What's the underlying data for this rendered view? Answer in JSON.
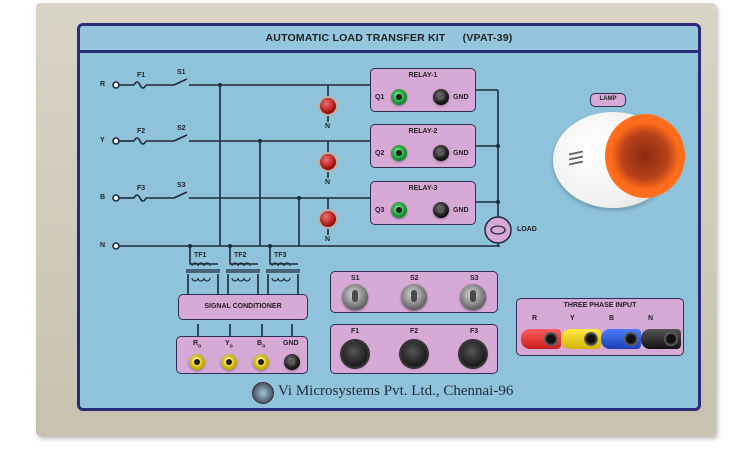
{
  "panel": {
    "title": "AUTOMATIC LOAD TRANSFER KIT",
    "model": "(VPAT-39)",
    "manufacturer": "Vi Microsystems Pvt. Ltd., Chennai-96"
  },
  "circuit": {
    "phase_terminals": [
      "R",
      "Y",
      "B",
      "N"
    ],
    "fuses": [
      "F1",
      "F2",
      "F3"
    ],
    "switches": [
      "S1",
      "S2",
      "S3"
    ],
    "indicator_neutral_label": "N",
    "transformers": [
      "TF1",
      "TF2",
      "TF3"
    ],
    "load_label": "LOAD"
  },
  "relays": [
    {
      "title": "RELAY-1",
      "input_label": "Q1",
      "gnd_label": "GND"
    },
    {
      "title": "RELAY-2",
      "input_label": "Q2",
      "gnd_label": "GND"
    },
    {
      "title": "RELAY-3",
      "input_label": "Q3",
      "gnd_label": "GND"
    }
  ],
  "lamp": {
    "label": "LAMP"
  },
  "signal_conditioner": {
    "title": "SIGNAL CONDITIONER",
    "outputs": [
      {
        "label": "R",
        "sub": "o",
        "color": "#e6c800"
      },
      {
        "label": "Y",
        "sub": "o",
        "color": "#e6c800"
      },
      {
        "label": "B",
        "sub": "o",
        "color": "#e6c800"
      },
      {
        "label": "GND",
        "sub": "",
        "color": "#111111"
      }
    ]
  },
  "switch_block": {
    "labels": [
      "S1",
      "S2",
      "S3"
    ]
  },
  "fuse_block": {
    "labels": [
      "F1",
      "F2",
      "F3"
    ]
  },
  "three_phase_input": {
    "title": "THREE PHASE INPUT",
    "terminals": [
      {
        "label": "R",
        "color": "#d92a2a"
      },
      {
        "label": "Y",
        "color": "#e6c800"
      },
      {
        "label": "B",
        "color": "#2a55d9"
      },
      {
        "label": "N",
        "color": "#111111"
      }
    ]
  },
  "colors": {
    "panel_face": "#8fc3dc",
    "panel_border": "#2a2c7a",
    "module_box": "#d7a9d6",
    "frame": "#d2ccbb"
  }
}
